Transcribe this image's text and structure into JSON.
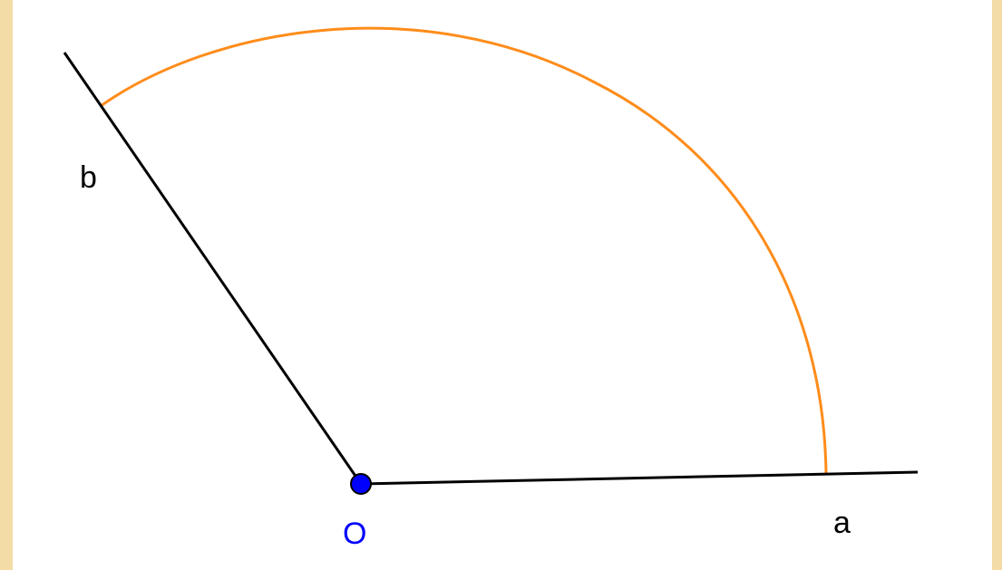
{
  "diagram": {
    "labels": {
      "ray_a": "a",
      "ray_b": "b",
      "vertex": "O"
    },
    "colors": {
      "background": "#f4dca6",
      "canvas": "#ffffff",
      "rays": "#000000",
      "arc": "#ff8c1a",
      "vertex_point": "#0000ff",
      "vertex_label": "#0000ff"
    }
  }
}
